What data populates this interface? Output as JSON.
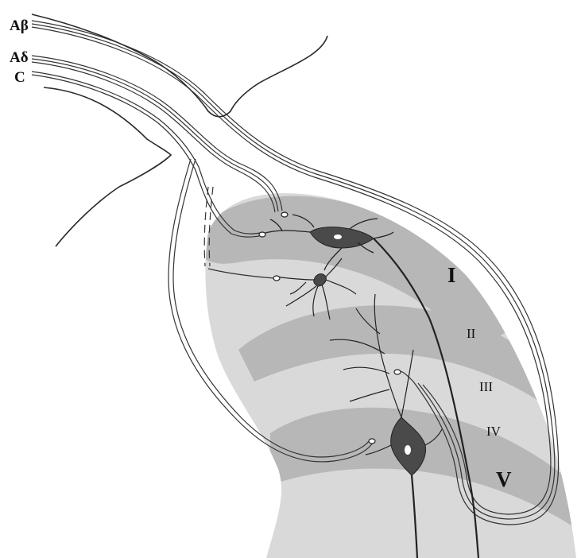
{
  "fiber_labels": {
    "a_beta": "Aβ",
    "a_delta": "Aδ",
    "c": "C"
  },
  "lamina_labels": {
    "i": "I",
    "ii": "II",
    "iii": "III",
    "iv": "IV",
    "v": "V"
  },
  "colors": {
    "lamina_dark": "#b7b7b7",
    "lamina_light": "#d9d9d9",
    "neuron_fill": "#4a4a4a",
    "line": "#2a2a2a",
    "background": "#ffffff"
  }
}
